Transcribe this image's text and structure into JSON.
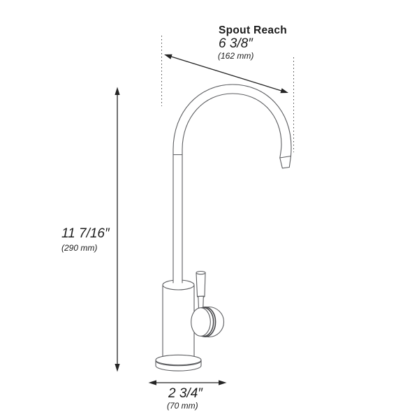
{
  "figure": {
    "background": "#ffffff",
    "line_color": "#5d5e61",
    "dimension_color": "#242424",
    "text_color": "#1c1c1c"
  },
  "labels": {
    "spout_reach": {
      "title": "Spout Reach",
      "inches": "6 3/8″",
      "mm": "(162 mm)"
    },
    "height": {
      "inches": "11 7/16″",
      "mm": "(290 mm)"
    },
    "base_width": {
      "inches": "2 3/4″",
      "mm": "(70 mm)"
    }
  }
}
